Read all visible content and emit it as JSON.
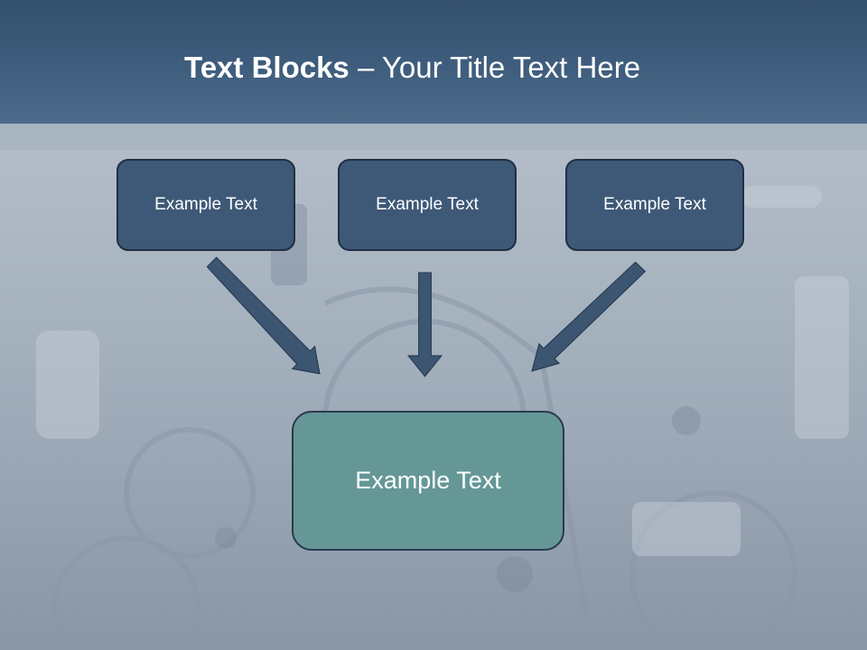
{
  "title": {
    "bold": "Text Blocks",
    "rest": " – Your Title Text Here"
  },
  "boxes": {
    "top_left": "Example Text",
    "top_middle": "Example Text",
    "top_right": "Example Text",
    "center": "Example Text"
  },
  "colors": {
    "title_bar": "#3f5d7d",
    "top_box_fill": "#3e5977",
    "center_box_fill": "#659797",
    "arrow": "#3c5672"
  }
}
